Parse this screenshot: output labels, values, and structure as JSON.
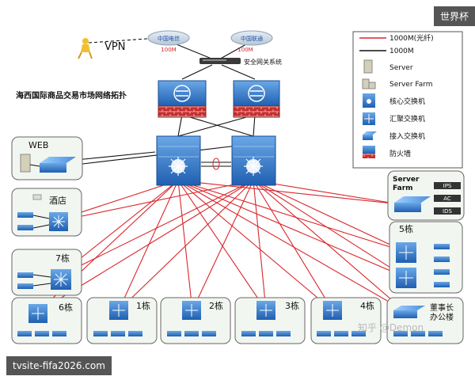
{
  "title": "海西国际商品交易市场网络拓扑",
  "vpn_label": "VPN",
  "isp": [
    {
      "name": "中国电信",
      "bandwidth": "100M"
    },
    {
      "name": "中国联通",
      "bandwidth": "100M"
    }
  ],
  "gateway_label": "安全网关系统",
  "legend": {
    "items": [
      {
        "symbol": "red-line",
        "label": "1000M(光纤)"
      },
      {
        "symbol": "black-line",
        "label": "1000M"
      },
      {
        "symbol": "server",
        "label": "Server"
      },
      {
        "symbol": "server-farm",
        "label": "Server Farm"
      },
      {
        "symbol": "core-switch",
        "label": "核心交换机"
      },
      {
        "symbol": "aggregation-switch",
        "label": "汇聚交换机"
      },
      {
        "symbol": "access-switch",
        "label": "接入交换机"
      },
      {
        "symbol": "firewall",
        "label": "防火墙"
      }
    ],
    "colors": {
      "fiber": "#d9262b",
      "copper": "#111111"
    }
  },
  "zones": {
    "web": "WEB",
    "hotel": "酒店",
    "b7": "7栋",
    "b6": "6栋",
    "b1": "1栋",
    "b2": "2栋",
    "b3": "3栋",
    "b4": "4栋",
    "b5": "5栋",
    "board": "董事长\n办公楼",
    "server_farm": "Server\nFarm"
  },
  "server_farm_tags": [
    "IPS",
    "AC",
    "IDS"
  ],
  "watermarks": {
    "top_right": "世界杯",
    "bottom_left": "tvsite-fifa2026.com",
    "zhihu": "知乎 @Demon"
  }
}
